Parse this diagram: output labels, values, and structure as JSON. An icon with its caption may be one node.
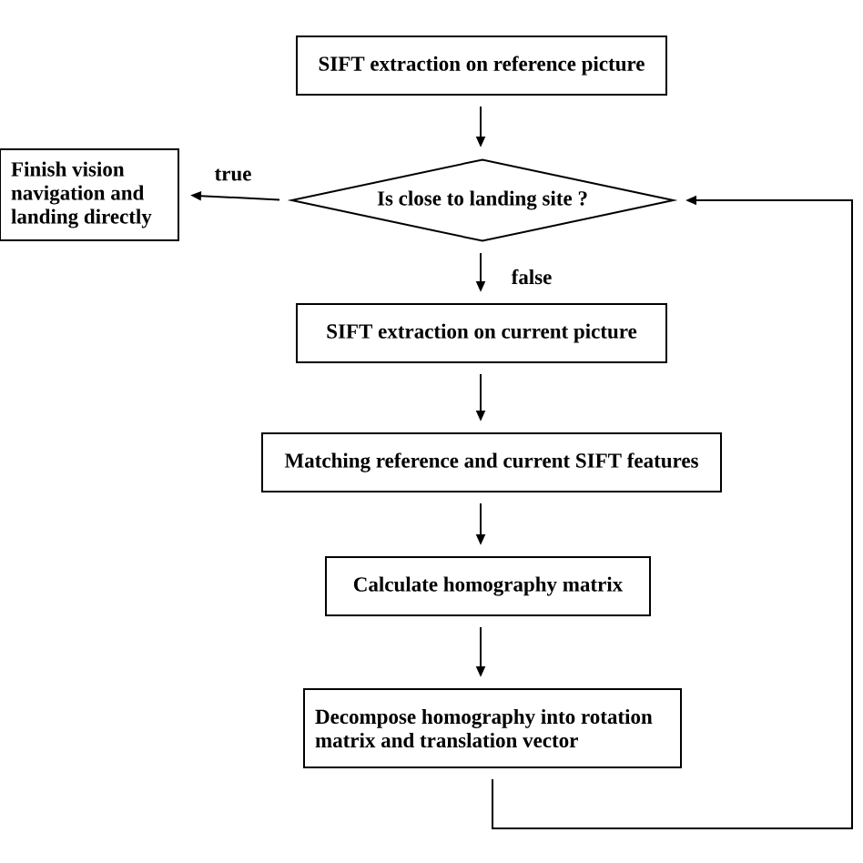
{
  "diagram": {
    "nodes": [
      {
        "text": [
          "SIFT extraction on reference picture"
        ]
      },
      {
        "text": [
          "Finish vision navigation and landing directly"
        ]
      },
      {
        "text": [
          "Is close to landing site ?"
        ]
      },
      {
        "text": [
          "SIFT extraction on current picture"
        ]
      },
      {
        "text": [
          "Matching reference and current SIFT features"
        ]
      },
      {
        "text": [
          "Calculate homography matrix"
        ]
      },
      {
        "text": [
          "Decompose homography into rotation matrix and translation vector"
        ]
      }
    ],
    "edges": [
      {
        "from": 0,
        "to": 2,
        "arrow": "to"
      },
      {
        "from": 2,
        "to": 1,
        "arrow": "to",
        "label": "true"
      },
      {
        "from": 2,
        "to": 3,
        "arrow": "to",
        "label": "false"
      },
      {
        "from": 3,
        "to": 4,
        "arrow": "to"
      },
      {
        "from": 4,
        "to": 5,
        "arrow": "to"
      },
      {
        "from": 5,
        "to": 6,
        "arrow": "to"
      },
      {
        "from": 6,
        "to": 2,
        "arrow": "to"
      }
    ]
  }
}
